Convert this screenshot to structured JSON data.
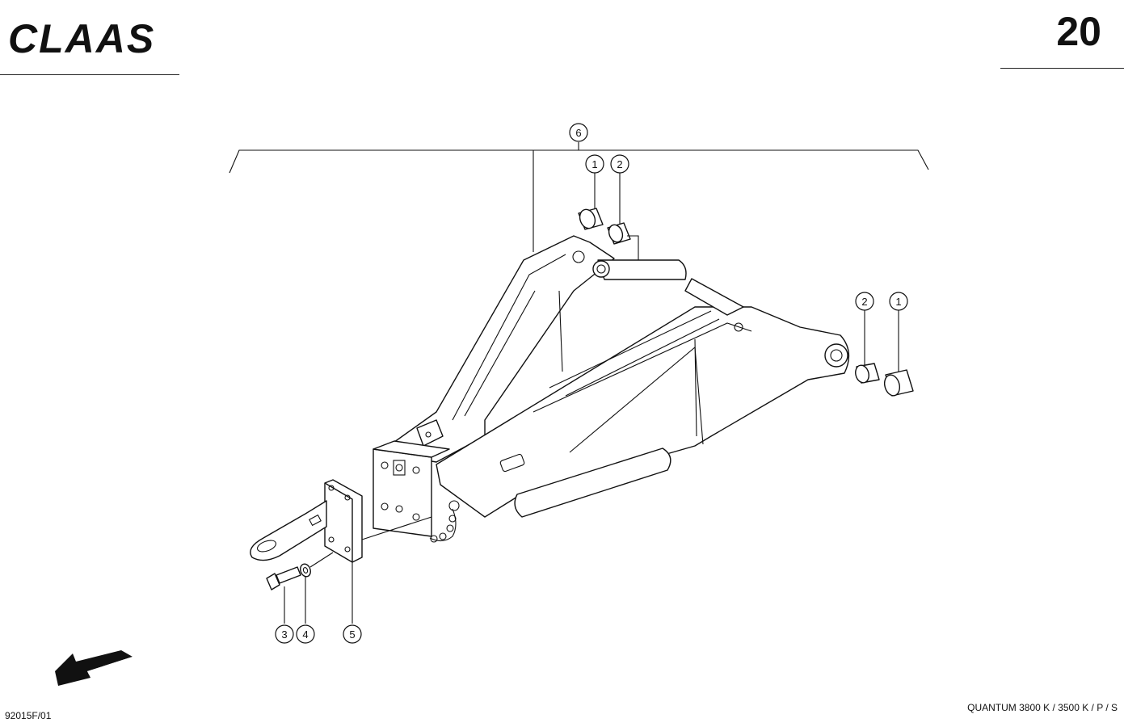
{
  "header": {
    "brand": "CLAAS",
    "page_number": "20"
  },
  "footer": {
    "document_code": "92015F/01",
    "model": "QUANTUM 3800 K / 3500 K / P / S"
  },
  "callouts": {
    "c6": "6",
    "c1a": "1",
    "c2a": "2",
    "c2b": "2",
    "c1b": "1",
    "c3": "3",
    "c4": "4",
    "c5": "5"
  },
  "icons": {
    "direction": "travel-direction-arrow-icon"
  }
}
